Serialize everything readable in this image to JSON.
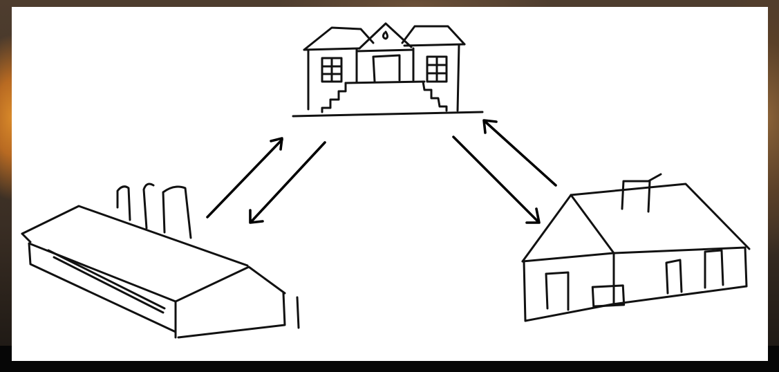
{
  "illustration": {
    "nodes": [
      {
        "id": "government",
        "icon": "public-building-icon"
      },
      {
        "id": "business",
        "icon": "factory-icon"
      },
      {
        "id": "household",
        "icon": "house-icon"
      }
    ],
    "edges": [
      {
        "from": "business",
        "to": "government",
        "direction": "both"
      },
      {
        "from": "household",
        "to": "government",
        "direction": "both"
      }
    ],
    "colors": {
      "ink": "#111111",
      "card": "#ffffff",
      "photo_background": "#3b3026",
      "bottom_band": "#060606"
    }
  }
}
